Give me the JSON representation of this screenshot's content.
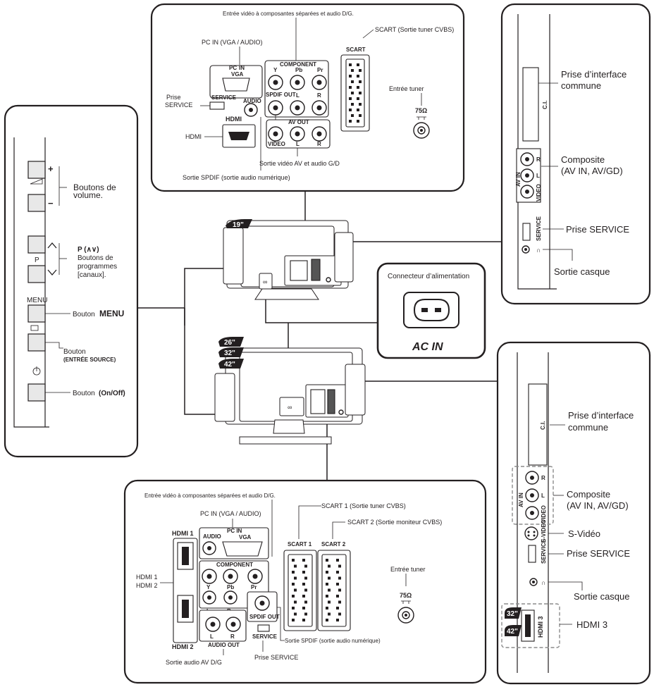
{
  "top_panel": {
    "component_title": "Entrée vidéo à composantes séparées et audio D/G.",
    "pc_in": "PC IN (VGA / AUDIO)",
    "scart": "SCART (Sortie tuner CVBS)",
    "prise_service_1": "Prise",
    "prise_service_2": "SERVICE",
    "hdmi": "HDMI",
    "tuner": "Entrée tuner",
    "av_out": "Sortie vidéo AV et audio G/D",
    "spdif": "Sortie SPDIF (sortie audio numérique)",
    "lbl_pc": "PC",
    "lbl_in": "IN",
    "lbl_vga": "VGA",
    "lbl_component": "COMPONENT",
    "lbl_y": "Y",
    "lbl_pb": "Pb",
    "lbl_pr": "Pr",
    "lbl_spdif_out": "SPDIF OUT",
    "lbl_l": "L",
    "lbl_r": "R",
    "lbl_audio": "AUDIO",
    "lbl_service": "SERVICE",
    "lbl_hdmi_logo": "HDMI",
    "lbl_avout": "AV OUT",
    "lbl_video": "VIDEO",
    "lbl_scart": "SCART",
    "lbl_75": "75Ω"
  },
  "left_panel": {
    "volume_1": "Boutons de",
    "volume_2": "volume.",
    "prog_1": "P (∧∨)",
    "prog_2": "Boutons de",
    "prog_3": "programmes",
    "prog_4": "[canaux].",
    "p_label": "P",
    "menu_label": "MENU",
    "bouton_menu_1": "Bouton",
    "bouton_menu_2": "MENU",
    "bouton_source_1": "Bouton",
    "bouton_source_2": "(ENTRÉE SOURCE)",
    "bouton_onoff_1": "Bouton",
    "bouton_onoff_2": "(On/Off)",
    "plus": "+",
    "minus": "−"
  },
  "right_top_panel": {
    "ci_1": "Prise d’interface",
    "ci_2": "commune",
    "composite_1": "Composite",
    "composite_2": "(AV IN, AV/GD)",
    "service": "Prise SERVICE",
    "headphone": "Sortie casque",
    "lbl_ci": "C.I.",
    "lbl_r": "R",
    "lbl_l": "L",
    "lbl_video": "VIDEO",
    "lbl_avin": "AV IN",
    "lbl_service": "SERVICE"
  },
  "power_panel": {
    "title": "Connecteur d’alimentation",
    "ac_in": "AC IN"
  },
  "tv": {
    "size_19": "19\"",
    "size_26": "26\"",
    "size_32": "32\"",
    "size_42": "42\""
  },
  "right_bottom_panel": {
    "ci_1": "Prise d’interface",
    "ci_2": "commune",
    "composite_1": "Composite",
    "composite_2": "(AV IN, AV/GD)",
    "svideo": "S-Vidéo",
    "service": "Prise SERVICE",
    "headphone": "Sortie casque",
    "hdmi3": "HDMI 3",
    "lbl_ci": "C.I.",
    "lbl_r": "R",
    "lbl_l": "L",
    "lbl_video": "VIDEO",
    "lbl_avin": "AV IN",
    "lbl_svideo": "S-VIDEO",
    "lbl_service": "SERVICE",
    "lbl_hdmi3": "HDMI 3",
    "badge_32": "32\"",
    "badge_42": "42\""
  },
  "bottom_panel": {
    "component_title": "Entrée vidéo à composantes séparées et audio D/G.",
    "pc_in": "PC IN (VGA / AUDIO)",
    "scart1": "SCART 1 (Sortie tuner CVBS)",
    "scart2": "SCART 2 (Sortie moniteur CVBS)",
    "hdmi12_1": "HDMI 1",
    "hdmi12_2": "HDMI 2",
    "tuner": "Entrée tuner",
    "spdif": "Sortie SPDIF (sortie audio numérique)",
    "audio_av": "Sortie audio AV D/G",
    "prise_service": "Prise SERVICE",
    "lbl_hdmi1": "HDMI 1",
    "lbl_hdmi2": "HDMI 2",
    "lbl_audio": "AUDIO",
    "lbl_pc_in": "PC IN",
    "lbl_vga": "VGA",
    "lbl_component": "COMPONENT",
    "lbl_y": "Y",
    "lbl_pb": "Pb",
    "lbl_pr": "Pr",
    "lbl_l": "L",
    "lbl_r": "R",
    "lbl_spdif_out": "SPDIF OUT",
    "lbl_audio_out": "AUDIO OUT",
    "lbl_service": "SERVICE",
    "lbl_scart1": "SCART 1",
    "lbl_scart2": "SCART 2",
    "lbl_75": "75Ω"
  }
}
